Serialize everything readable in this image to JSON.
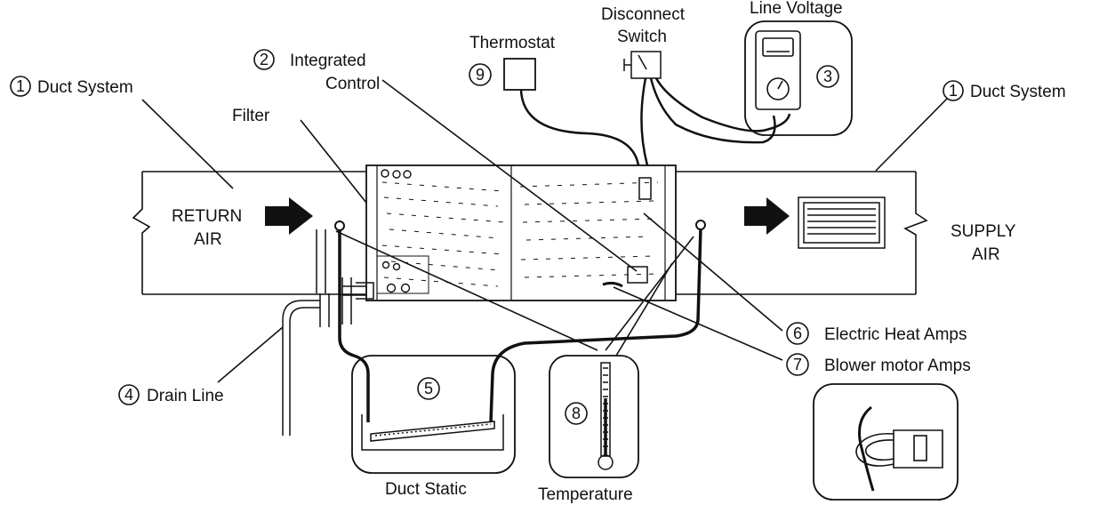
{
  "labels": {
    "duct_system_left": "Duct System",
    "duct_system_right": "Duct System",
    "integrated_control_1": "Integrated",
    "integrated_control_2": "Control",
    "thermostat": "Thermostat",
    "disconnect_1": "Disconnect",
    "disconnect_2": "Switch",
    "line_voltage": "Line Voltage",
    "filter": "Filter",
    "return_air_1": "RETURN",
    "return_air_2": "AIR",
    "supply_air_1": "SUPPLY",
    "supply_air_2": "AIR",
    "drain_line": "Drain Line",
    "duct_static": "Duct Static",
    "temperature": "Temperature",
    "electric_heat_amps": "Electric Heat Amps",
    "blower_motor_amps": "Blower motor Amps"
  },
  "numbers": {
    "duct_left": "1",
    "duct_right": "1",
    "integrated_control": "2",
    "line_voltage": "3",
    "drain_line": "4",
    "duct_static": "5",
    "electric_heat": "6",
    "blower_motor": "7",
    "temperature": "8",
    "thermostat": "9"
  },
  "colors": {
    "line": "#111111",
    "background": "#ffffff"
  }
}
